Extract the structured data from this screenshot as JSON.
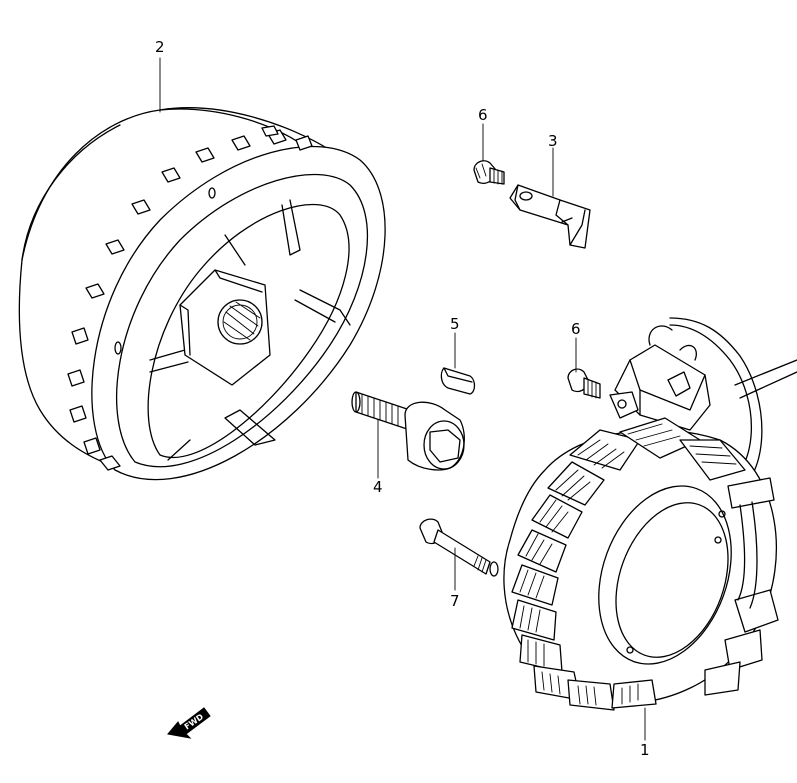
{
  "parts": [
    {
      "id": "stator",
      "number": "1"
    },
    {
      "id": "rotor",
      "number": "2"
    },
    {
      "id": "bracket",
      "number": "3"
    },
    {
      "id": "rotor-bolt",
      "number": "4"
    },
    {
      "id": "key",
      "number": "5"
    },
    {
      "id": "bracket-screw",
      "number": "6"
    },
    {
      "id": "stator-screw",
      "number": "6"
    },
    {
      "id": "stator-bolt",
      "number": "7"
    }
  ],
  "direction_badge": "FWD"
}
